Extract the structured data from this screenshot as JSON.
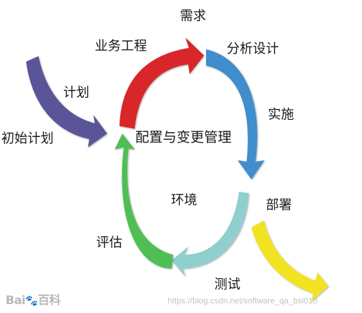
{
  "colors": {
    "initial_plan": "#5a5498",
    "business_eng": "#d8262c",
    "analysis_design": "#3f8ecd",
    "test": "#8fcfcd",
    "assessment": "#4fbf55",
    "deployment": "#f1e321"
  },
  "labels": {
    "initial_plan": "初始计划",
    "plan": "计划",
    "business_eng": "业务工程",
    "requirements": "需求",
    "analysis_design": "分析设计",
    "implementation": "实施",
    "config_change_mgmt": "配置与变更管理",
    "environment": "环境",
    "deployment": "部署",
    "assessment": "评估",
    "test": "测试"
  },
  "watermark": {
    "logo_text": "Bai",
    "logo_cn": "百科",
    "url": "https://blog.csdn.net/software_qa_bsi010"
  }
}
